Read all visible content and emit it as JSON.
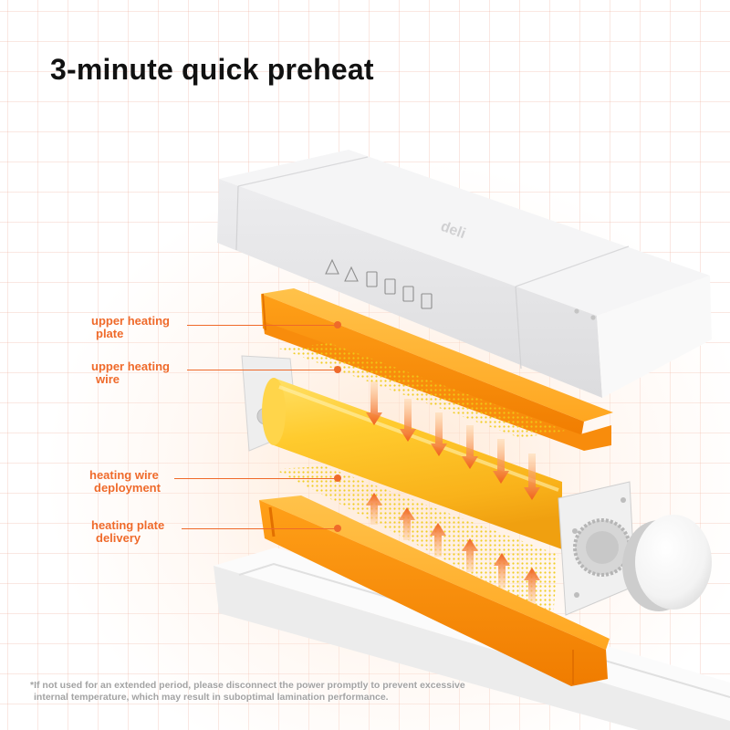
{
  "title": "3-minute quick preheat",
  "brand_mark": "deli",
  "callouts": [
    {
      "line1": "upper heating",
      "line2": "plate"
    },
    {
      "line1": "upper heating",
      "line2": "wire"
    },
    {
      "line1": "heating wire",
      "line2": "deployment"
    },
    {
      "line1": "heating plate",
      "line2": "delivery"
    }
  ],
  "footnote": {
    "line1": "*If not used for an extended period, please disconnect the power promptly to prevent excessive",
    "line2": "internal temperature, which may result in suboptimal lamination performance."
  },
  "device_icons": [
    "warning-icon",
    "warning-icon",
    "no-touch-icon",
    "manual-icon",
    "document-icon",
    "plug-icon"
  ],
  "colors": {
    "accent": "#ef6a2a",
    "title": "#111111",
    "heating_orange": "#ff9a12",
    "roller_yellow": "#ffc72c",
    "housing": "#efeff0",
    "footnote": "#a3a3a3"
  }
}
